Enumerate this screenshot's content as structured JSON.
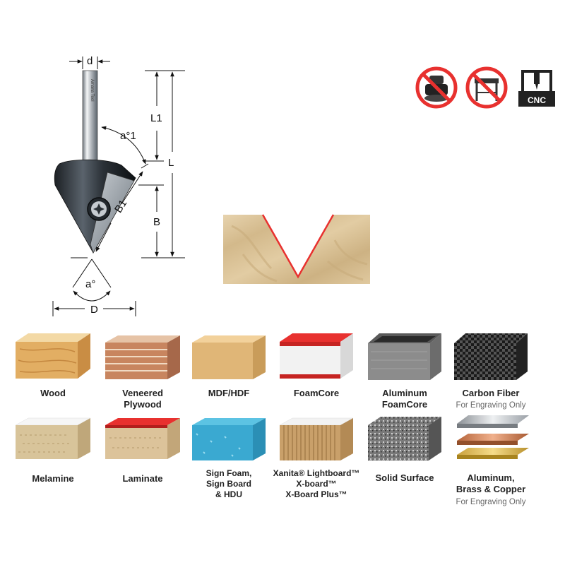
{
  "dimensions": {
    "shank_diameter": "d",
    "shank_length": "L1",
    "overall_length": "L",
    "cutting_height": "B",
    "bevel_length": "B1",
    "bevel_angle": "a°1",
    "included_angle": "a°",
    "cutting_diameter": "D"
  },
  "shank_engraving": "Amana Tool",
  "icons": {
    "handheld": "no-handheld-router-icon",
    "router_table": "no-router-table-icon",
    "cnc_label": "CNC"
  },
  "profile_colors": {
    "wood": "#dcc49c",
    "cut_edge": "#e8312f"
  },
  "materials": [
    {
      "name": "wood",
      "label": [
        "Wood"
      ]
    },
    {
      "name": "veneered-plywood",
      "label": [
        "Veneered",
        "Plywood"
      ]
    },
    {
      "name": "mdf-hdf",
      "label": [
        "MDF/HDF"
      ]
    },
    {
      "name": "foamcore",
      "label": [
        "FoamCore"
      ]
    },
    {
      "name": "aluminum-foamcore",
      "label": [
        "Aluminum",
        "FoamCore"
      ]
    },
    {
      "name": "carbon-fiber",
      "label": [
        "Carbon Fiber"
      ],
      "note": "For Engraving Only"
    },
    {
      "name": "melamine",
      "label": [
        "Melamine"
      ]
    },
    {
      "name": "laminate",
      "label": [
        "Laminate"
      ]
    },
    {
      "name": "sign-foam",
      "label": [
        "Sign Foam,",
        "Sign Board",
        "& HDU"
      ]
    },
    {
      "name": "xanita",
      "label": [
        "Xanita® Lightboard™",
        "X-board™",
        "X-Board Plus™"
      ]
    },
    {
      "name": "solid-surface",
      "label": [
        "Solid Surface"
      ]
    },
    {
      "name": "aluminum-brass-copper",
      "label": [
        "Aluminum,",
        "Brass & Copper"
      ],
      "note": "For Engraving Only"
    }
  ]
}
